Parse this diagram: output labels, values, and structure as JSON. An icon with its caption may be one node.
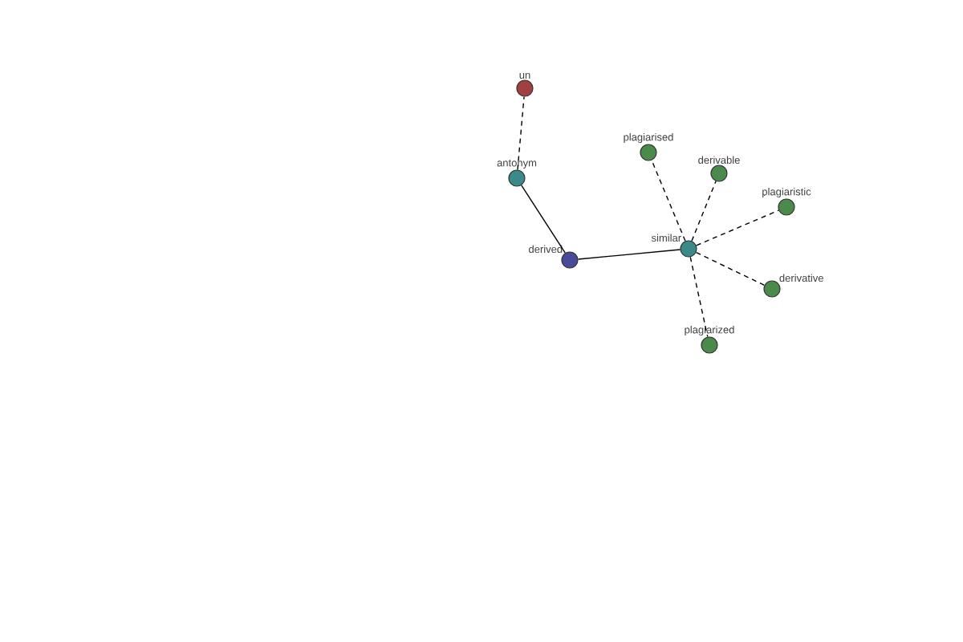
{
  "diagram": {
    "nodes": [
      {
        "text": [
          "derived"
        ]
      },
      {
        "text": [
          "antonym"
        ]
      },
      {
        "text": [
          "un"
        ]
      },
      {
        "text": [
          "similar"
        ]
      },
      {
        "text": [
          "plagiarised"
        ]
      },
      {
        "text": [
          "derivable"
        ]
      },
      {
        "text": [
          "plagiaristic"
        ]
      },
      {
        "text": [
          "derivative"
        ]
      },
      {
        "text": [
          "plagiarized"
        ]
      }
    ],
    "edges": [
      {
        "from": 0,
        "to": 1,
        "arrow": "none"
      },
      {
        "from": 1,
        "to": 2,
        "arrow": "none",
        "style": "dashed"
      },
      {
        "from": 0,
        "to": 3,
        "arrow": "none"
      },
      {
        "from": 3,
        "to": 4,
        "arrow": "none",
        "style": "dashed"
      },
      {
        "from": 3,
        "to": 5,
        "arrow": "none",
        "style": "dashed"
      },
      {
        "from": 3,
        "to": 6,
        "arrow": "none",
        "style": "dashed"
      },
      {
        "from": 3,
        "to": 7,
        "arrow": "none",
        "style": "dashed"
      },
      {
        "from": 3,
        "to": 8,
        "arrow": "none",
        "style": "dashed"
      }
    ]
  }
}
